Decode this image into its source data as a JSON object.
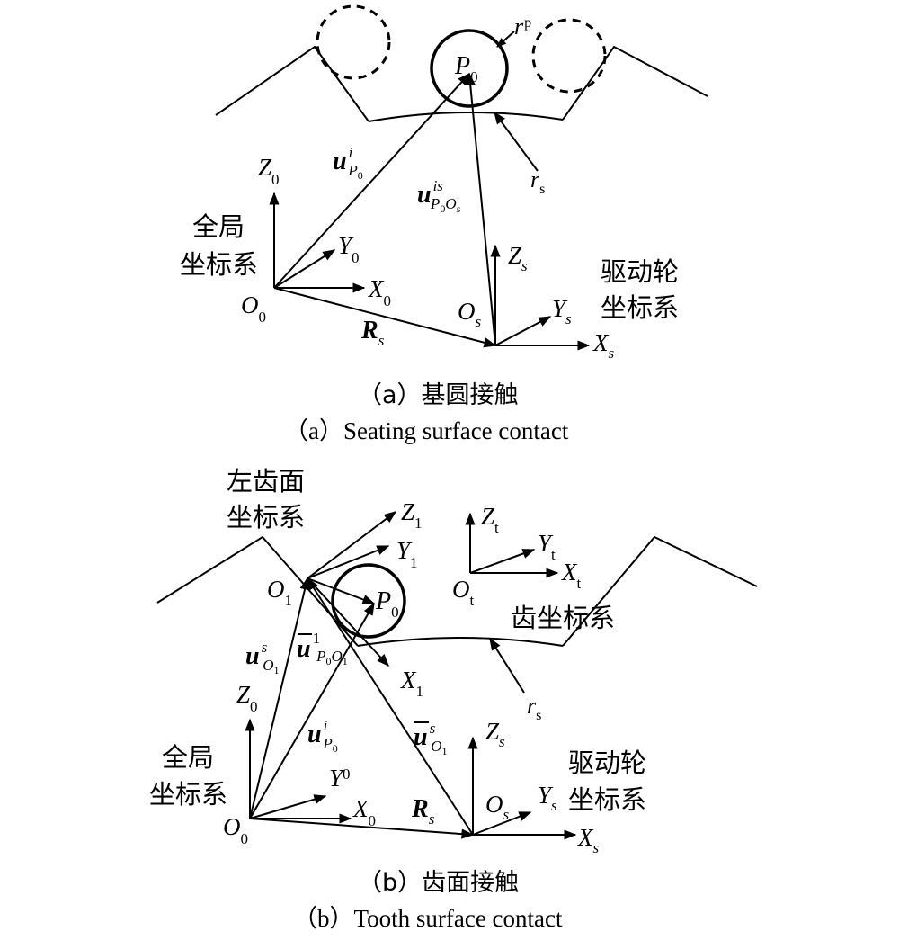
{
  "panel_a": {
    "sym_rp": "r",
    "sym_rp_sub": "p",
    "sym_P0": "P",
    "sym_P0_sub": "0",
    "sym_rs": "r",
    "sym_rs_sub": "s",
    "vec_u_P0_i": {
      "base": "u",
      "sup": "i",
      "sub": "P",
      "subsub": "0"
    },
    "vec_u_P0Os_is": {
      "base": "u",
      "sup": "is",
      "sub": "P",
      "subsub": "0",
      "sub2": "O",
      "sub2sub": "s"
    },
    "Z0": "Z",
    "Z0_sub": "0",
    "Y0": "Y",
    "Y0_sub": "0",
    "X0": "X",
    "X0_sub": "0",
    "O0": "O",
    "O0_sub": "0",
    "Rs": "R",
    "Rs_sub": "s",
    "Zs": "Z",
    "Zs_sub": "s",
    "Ys": "Y",
    "Ys_sub": "s",
    "Xs": "X",
    "Xs_sub": "s",
    "Os": "O",
    "Os_sub": "s",
    "global_cs_line1": "全局",
    "global_cs_line2": "坐标系",
    "drive_cs_line1": "驱动轮",
    "drive_cs_line2": "坐标系",
    "caption_cn": "（a）基圆接触",
    "caption_en": "（a）Seating surface contact"
  },
  "panel_b": {
    "left_flank_cs_line1": "左齿面",
    "left_flank_cs_line2": "坐标系",
    "Z1": "Z",
    "Z1_sub": "1",
    "Y1": "Y",
    "Y1_sub": "1",
    "X1": "X",
    "X1_sub": "1",
    "O1": "O",
    "O1_sub": "1",
    "Zt": "Z",
    "Zt_sub": "t",
    "Yt": "Y",
    "Yt_sub": "t",
    "Xt": "X",
    "Xt_sub": "t",
    "Ot": "O",
    "Ot_sub": "t",
    "tooth_cs": "齿坐标系",
    "sym_P0": "P",
    "sym_P0_sub": "0",
    "sym_rs": "r",
    "sym_rs_sub": "s",
    "vec_u_O1_s": {
      "base": "u",
      "sup": "s",
      "sub": "O",
      "subsub": "1"
    },
    "vec_ubar_P0O1_1": {
      "base": "u",
      "sup": "1",
      "sub": "P",
      "subsub": "0",
      "sub2": "O",
      "sub2sub": "1"
    },
    "vec_u_P0_i": {
      "base": "u",
      "sup": "i",
      "sub": "P",
      "subsub": "0"
    },
    "vec_ubar_O1_s": {
      "base": "u",
      "sup": "s",
      "sub": "O",
      "subsub": "1"
    },
    "Z0": "Z",
    "Z0_sub": "0",
    "Y0": "Y",
    "Y0_sub": "0",
    "X0": "X",
    "X0_sub": "0",
    "O0": "O",
    "O0_sub": "0",
    "Rs": "R",
    "Rs_sub": "s",
    "Zs": "Z",
    "Zs_sub": "s",
    "Ys": "Y",
    "Ys_sub": "s",
    "Xs": "X",
    "Xs_sub": "s",
    "Os": "O",
    "Os_sub": "s",
    "global_cs_line1": "全局",
    "global_cs_line2": "坐标系",
    "drive_cs_line1": "驱动轮",
    "drive_cs_line2": "坐标系",
    "caption_cn": "（b）齿面接触",
    "caption_en": "（b）Tooth surface contact"
  }
}
